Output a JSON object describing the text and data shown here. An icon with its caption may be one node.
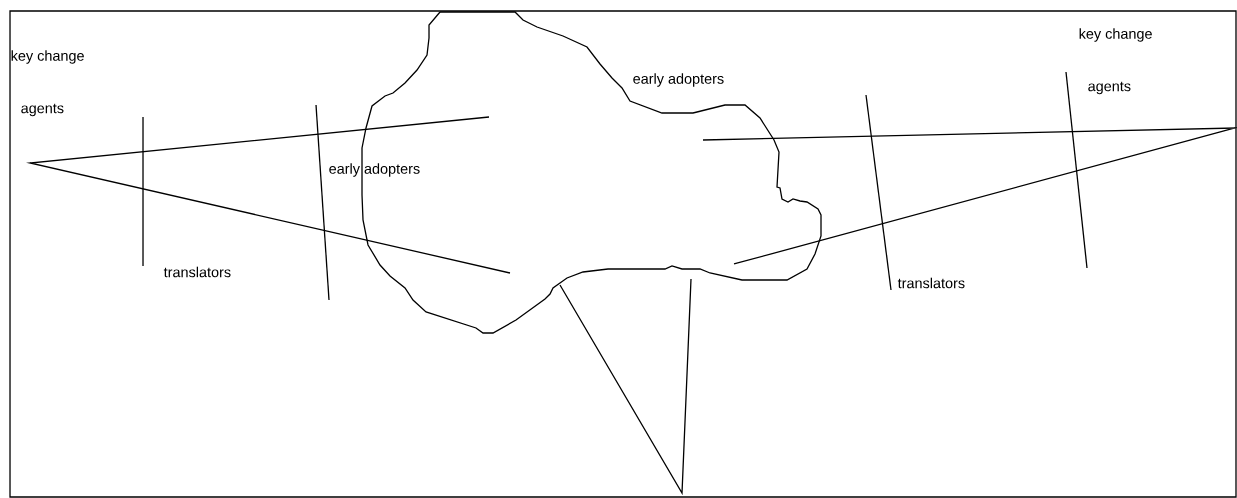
{
  "diagram": {
    "labels": [
      "key change",
      "key change",
      "early adopters",
      "agents",
      "agents",
      "early adopters",
      "translators",
      "translators"
    ]
  }
}
